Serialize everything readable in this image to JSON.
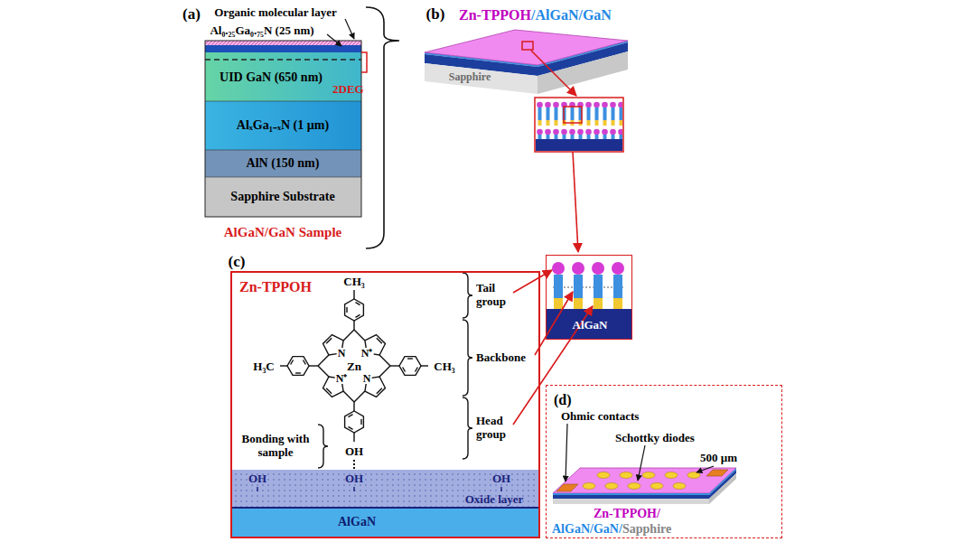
{
  "diagram": {
    "nodes": [
      {
        "text": [
          "UID GaN (650 nm)"
        ]
      },
      {
        "text": [
          "AlₓGa₁₋ₓN (1 µm)"
        ]
      },
      {
        "text": [
          "AlN (150 nm)"
        ]
      },
      {
        "text": [
          "Sapphire Substrate"
        ]
      },
      {
        "text": [
          "Zn-TPPOH",
          "/AlGaN/GaN",
          "Sapphire"
        ]
      },
      {
        "text": [
          "AlGaN"
        ]
      },
      {
        "text": [
          "Zn-TPPOH"
        ]
      },
      {
        "text": [
          "Oxide layer"
        ],
        "in": 6
      },
      {
        "text": [
          "AlGaN"
        ],
        "in": 6
      },
      {
        "text": [
          "(d)",
          "Ohmic contacts",
          "Schottky diodes",
          "500 µm",
          "Zn-TPPOH/",
          "AlGaN/GaN/",
          "Sapphire"
        ]
      }
    ],
    "labels": [
      "(a)",
      "Organic molecular layer",
      "Al₀.₂₅Ga₀.₇₅N (25 nm)",
      "2DEG",
      "AlGaN/GaN Sample",
      "(b)",
      "(c)",
      "Tail group",
      "Backbone",
      "Head group",
      "CH₃",
      "H₃C",
      "CH₃",
      "N",
      "N⁺",
      "N⁺",
      "N",
      "Zn",
      "OH",
      "Bonding with sample",
      "OH",
      "OH",
      "OH"
    ]
  }
}
